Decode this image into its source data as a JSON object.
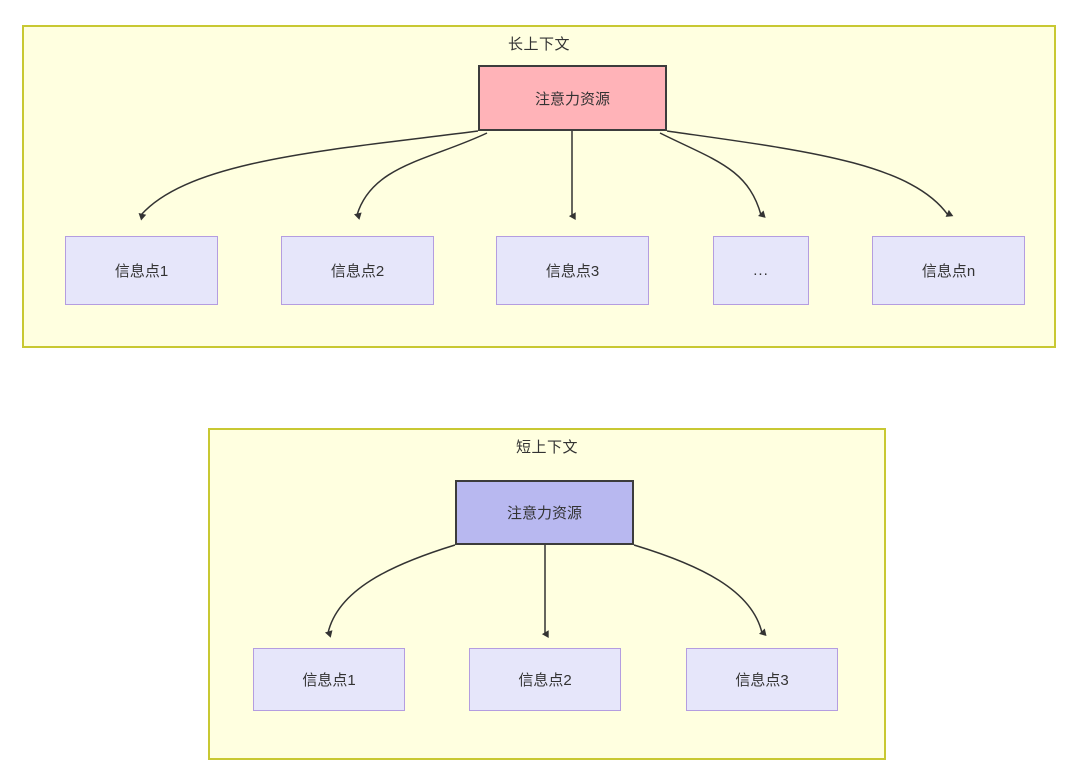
{
  "diagram": {
    "title_hidden": "",
    "groups": [
      {
        "id": "long-context",
        "label": "长上下文",
        "root": {
          "label": "注意力资源",
          "fill": "#ffb3b8",
          "stroke": "#3c3c3c"
        },
        "leaves": [
          {
            "label": "信息点1"
          },
          {
            "label": "信息点2"
          },
          {
            "label": "信息点3"
          },
          {
            "label": "..."
          },
          {
            "label": "信息点n"
          }
        ]
      },
      {
        "id": "short-context",
        "label": "短上下文",
        "root": {
          "label": "注意力资源",
          "fill": "#b8b8f0",
          "stroke": "#3c3c3c"
        },
        "leaves": [
          {
            "label": "信息点1"
          },
          {
            "label": "信息点2"
          },
          {
            "label": "信息点3"
          }
        ]
      }
    ],
    "colors": {
      "group_fill": "#ffffe0",
      "group_stroke": "#c8c832",
      "leaf_fill": "#e6e6fa",
      "leaf_stroke": "#b49de0",
      "edge_stroke": "#333333",
      "text": "#333333",
      "canvas": "#ffffff"
    }
  }
}
